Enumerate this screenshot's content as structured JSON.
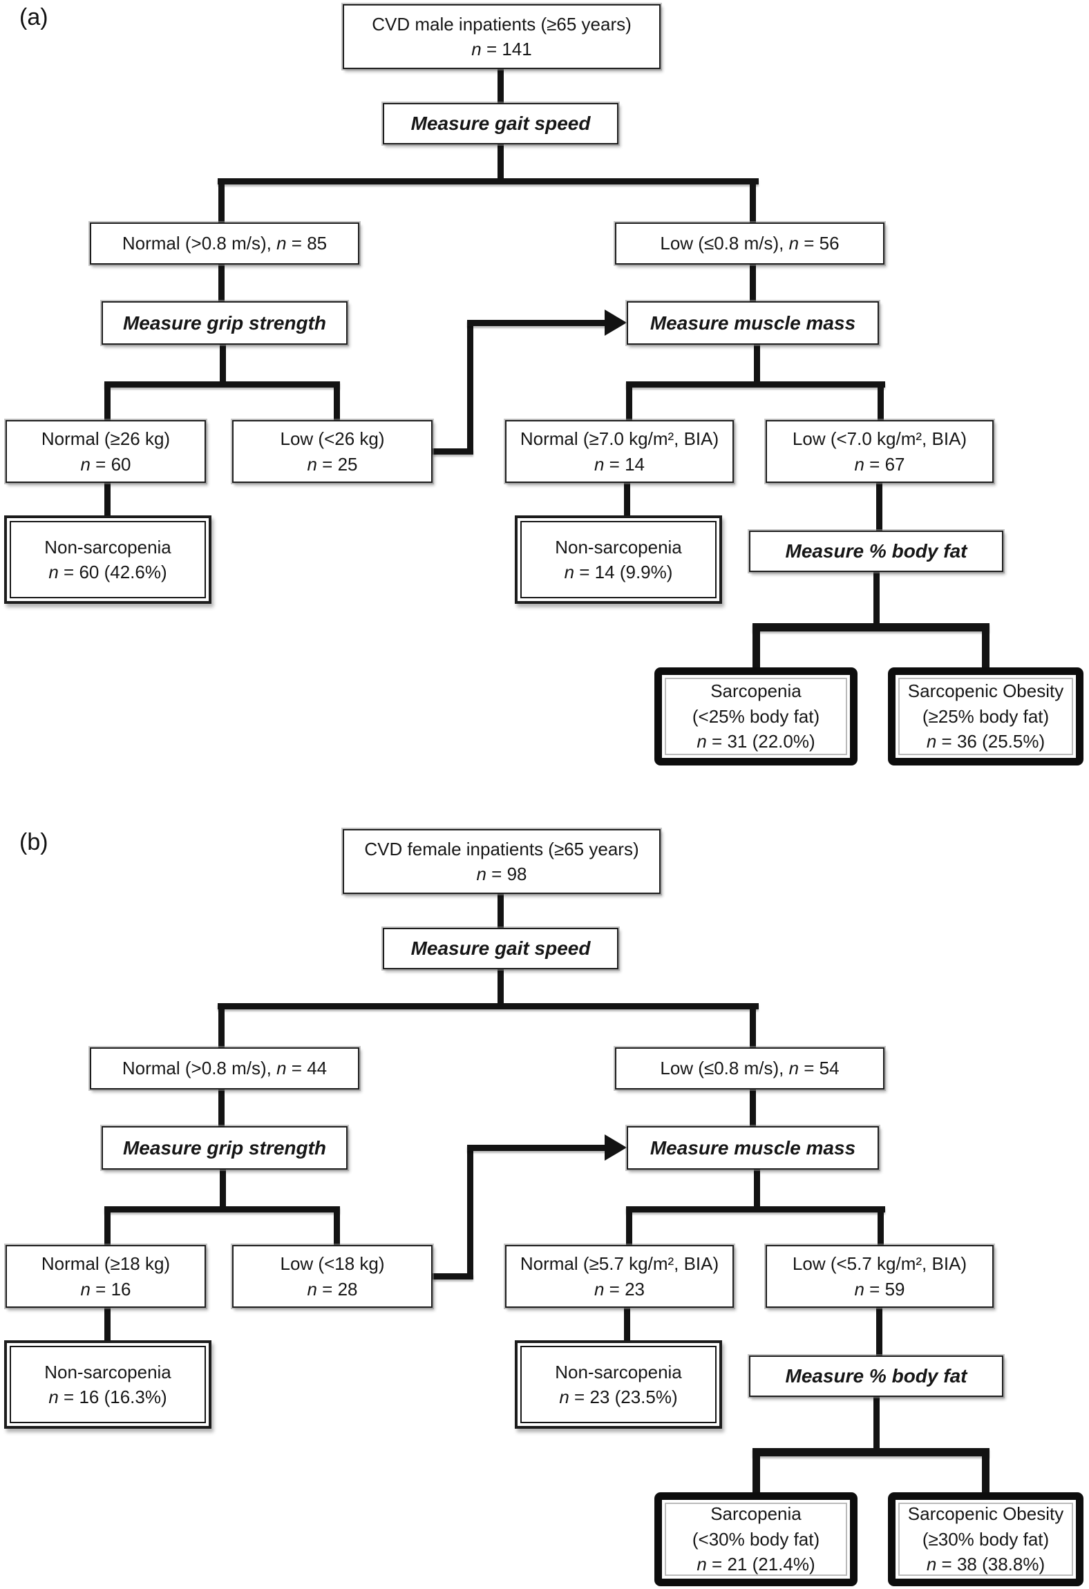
{
  "style": {
    "ink": "#161616",
    "paper": "#ffffff"
  },
  "panels": [
    {
      "label": "(a)",
      "root_line1": "CVD male inpatients (≥65 years)",
      "root_line2": "n = 141",
      "measure_gait": "Measure gait speed",
      "gait_normal": "Normal (>0.8 m/s), n = 85",
      "gait_low": "Low (≤0.8 m/s), n = 56",
      "measure_grip": "Measure grip strength",
      "measure_muscle": "Measure muscle mass",
      "grip_normal_line1": "Normal (≥26 kg)",
      "grip_normal_line2": "n = 60",
      "grip_low_line1": "Low (<26 kg)",
      "grip_low_line2": "n = 25",
      "mass_normal_line1": "Normal (≥7.0 kg/m², BIA)",
      "mass_normal_line2": "n = 14",
      "mass_low_line1": "Low (<7.0 kg/m², BIA)",
      "mass_low_line2": "n = 67",
      "nonsarc_grip_line1": "Non-sarcopenia",
      "nonsarc_grip_line2": "n = 60 (42.6%)",
      "nonsarc_mass_line1": "Non-sarcopenia",
      "nonsarc_mass_line2": "n = 14 (9.9%)",
      "measure_bodyfat": "Measure % body fat",
      "sarcopenia_line1": "Sarcopenia",
      "sarcopenia_line2": "(<25% body fat)",
      "sarcopenia_line3": "n = 31 (22.0%)",
      "sarcobesity_line1": "Sarcopenic Obesity",
      "sarcobesity_line2": "(≥25% body fat)",
      "sarcobesity_line3": "n = 36 (25.5%)"
    },
    {
      "label": "(b)",
      "root_line1": "CVD female inpatients (≥65 years)",
      "root_line2": "n = 98",
      "measure_gait": "Measure gait speed",
      "gait_normal": "Normal (>0.8 m/s), n = 44",
      "gait_low": "Low (≤0.8 m/s), n = 54",
      "measure_grip": "Measure grip strength",
      "measure_muscle": "Measure muscle mass",
      "grip_normal_line1": "Normal (≥18 kg)",
      "grip_normal_line2": "n = 16",
      "grip_low_line1": "Low (<18 kg)",
      "grip_low_line2": "n = 28",
      "mass_normal_line1": "Normal (≥5.7 kg/m², BIA)",
      "mass_normal_line2": "n = 23",
      "mass_low_line1": "Low (<5.7 kg/m², BIA)",
      "mass_low_line2": "n = 59",
      "nonsarc_grip_line1": "Non-sarcopenia",
      "nonsarc_grip_line2": "n = 16 (16.3%)",
      "nonsarc_mass_line1": "Non-sarcopenia",
      "nonsarc_mass_line2": "n = 23 (23.5%)",
      "measure_bodyfat": "Measure % body fat",
      "sarcopenia_line1": "Sarcopenia",
      "sarcopenia_line2": "(<30% body fat)",
      "sarcopenia_line3": "n = 21 (21.4%)",
      "sarcobesity_line1": "Sarcopenic Obesity",
      "sarcobesity_line2": "(≥30% body fat)",
      "sarcobesity_line3": "n = 38 (38.8%)"
    }
  ]
}
